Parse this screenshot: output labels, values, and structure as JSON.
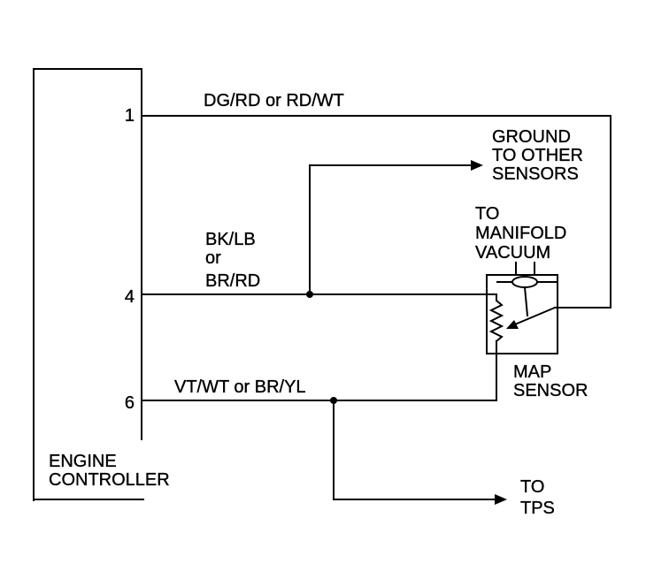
{
  "controller": {
    "name_lines": [
      "ENGINE",
      "CONTROLLER"
    ],
    "pins": [
      "1",
      "4",
      "6"
    ]
  },
  "wires": {
    "pin1": {
      "color_code": "DG/RD or RD/WT"
    },
    "pin4": {
      "color_code_lines": [
        "BK/LB",
        "or",
        "BR/RD"
      ]
    },
    "pin6": {
      "color_code": "VT/WT or BR/YL"
    }
  },
  "destinations": {
    "ground": [
      "GROUND",
      "TO OTHER",
      "SENSORS"
    ],
    "manifold_vacuum": [
      "TO",
      "MANIFOLD",
      "VACUUM"
    ],
    "tps": [
      "TO",
      "TPS"
    ]
  },
  "map_sensor": {
    "label_lines": [
      "MAP",
      "SENSOR"
    ]
  }
}
